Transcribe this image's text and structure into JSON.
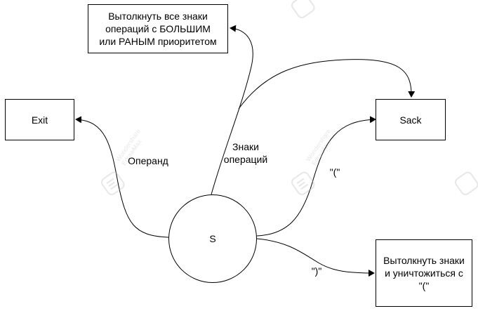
{
  "nodes": {
    "pop_higher": "Вытолкнуть все знаки\nопераций с БОЛЬШИМ\nили РАНЫМ приоритетом",
    "exit": "Exit",
    "sack": "Sack",
    "state_s": "S",
    "pop_destroy": "Вытолкнуть знаки\nи уничтожиться с\n\"(\""
  },
  "edge_labels": {
    "operand": "Операнд",
    "operators": "Знаки\nопераций",
    "open_paren": "\"(\"",
    "close_paren": "\")\""
  },
  "watermark": {
    "text": "Wondershare\nEdrawMax",
    "icon": "edrawmax-logo-icon"
  },
  "colors": {
    "line": "#000000",
    "background": "#ffffff",
    "watermark": "#bbbbbb"
  }
}
